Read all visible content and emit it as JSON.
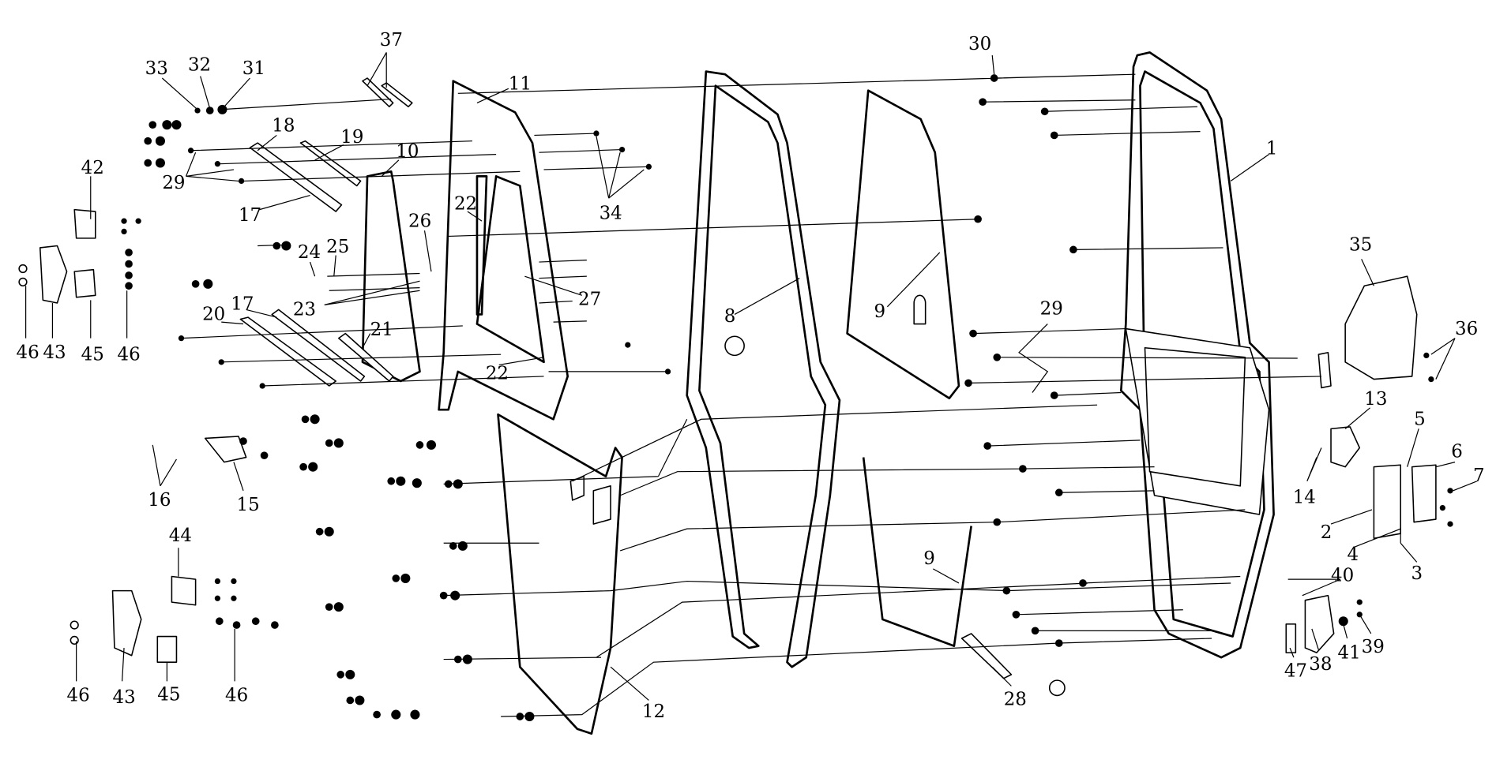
{
  "diagram": {
    "title": "Door assembly exploded view",
    "callouts": [
      "37",
      "33",
      "32",
      "31",
      "11",
      "30",
      "1",
      "18",
      "19",
      "10",
      "29",
      "17",
      "22",
      "34",
      "42",
      "26",
      "24",
      "25",
      "23",
      "27",
      "35",
      "36",
      "20",
      "17",
      "21",
      "46",
      "43",
      "45",
      "46",
      "8",
      "9",
      "29",
      "22",
      "13",
      "5",
      "6",
      "7",
      "14",
      "2",
      "16",
      "15",
      "44",
      "4",
      "3",
      "9",
      "40",
      "39",
      "41",
      "38",
      "47",
      "46",
      "43",
      "45",
      "46",
      "12",
      "28"
    ]
  }
}
